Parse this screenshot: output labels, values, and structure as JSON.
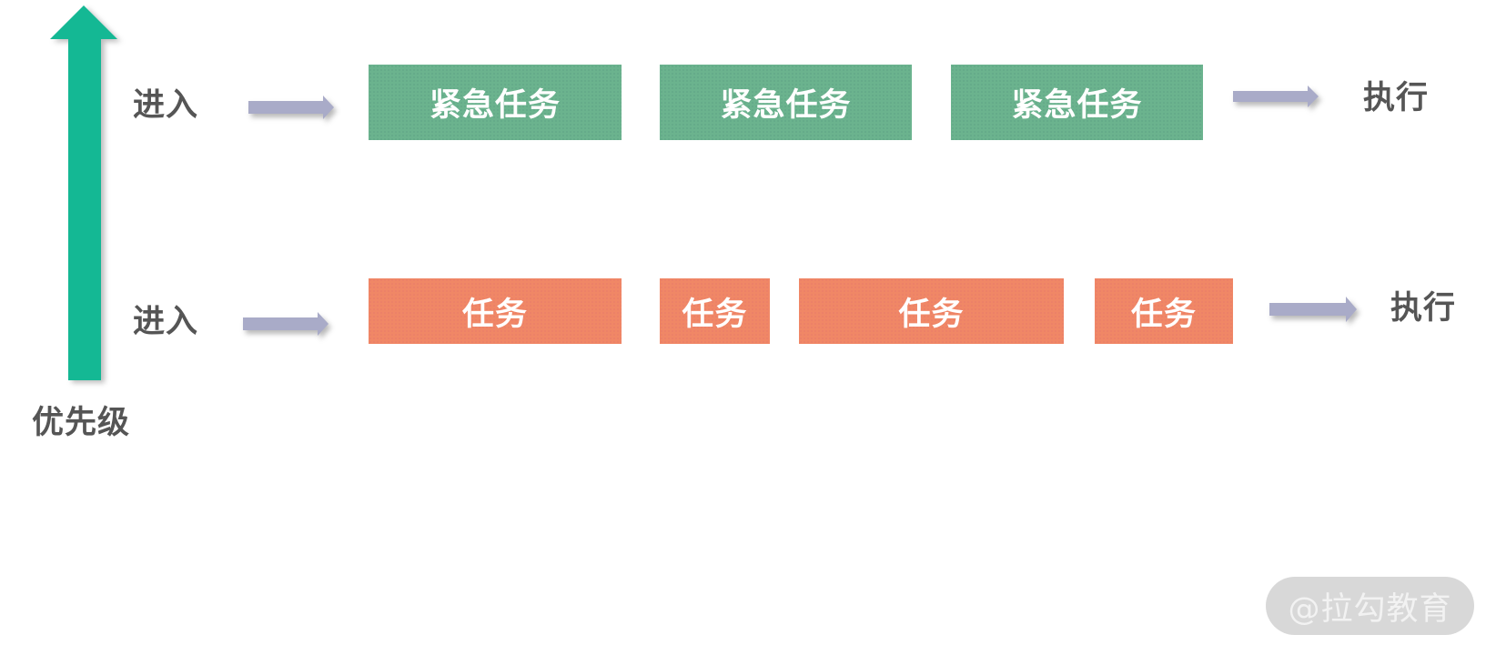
{
  "diagram": {
    "axis": {
      "label": "优先级",
      "arrow_color": "#14b894",
      "icon": "up-arrow-icon"
    },
    "rows": [
      {
        "name": "urgent-queue",
        "enter_label": "进入",
        "execute_label": "执行",
        "box_color": "#6bb38e",
        "tasks": [
          {
            "label": "紧急任务"
          },
          {
            "label": "紧急任务"
          },
          {
            "label": "紧急任务"
          }
        ]
      },
      {
        "name": "normal-queue",
        "enter_label": "进入",
        "execute_label": "执行",
        "box_color": "#f08766",
        "tasks": [
          {
            "label": "任务"
          },
          {
            "label": "任务"
          },
          {
            "label": "任务"
          },
          {
            "label": "任务"
          }
        ]
      }
    ],
    "flow_arrow_color": "#a9abc8",
    "text_color": "#555555"
  },
  "watermark": {
    "text": "@拉勾教育"
  }
}
